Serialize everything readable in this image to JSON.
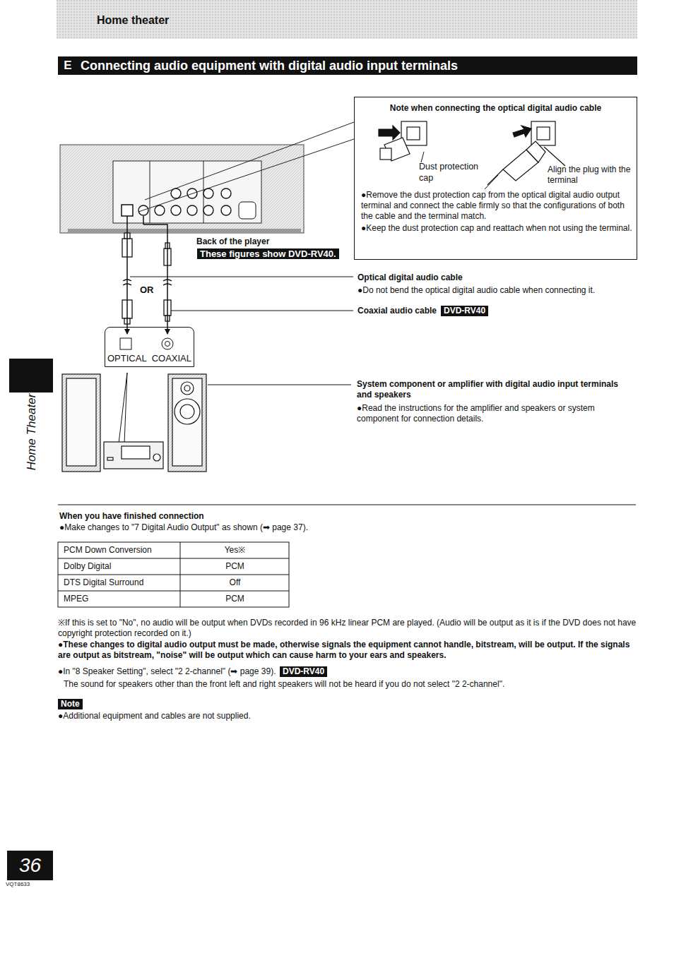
{
  "diagram": {
    "title": "Connecting audio equipment with digital audio input terminals",
    "nodes": [
      {
        "text": [
          "Note when connecting the optical digital audio cable",
          "Dust protection cap",
          "Align the plug with the terminal",
          "●Remove the dust protection cap from the optical digital audio output terminal and connect the cable firmly so that the configurations of both the cable and the terminal match.",
          "●Keep the dust protection cap and reattach when not using the terminal."
        ]
      },
      {
        "text": [
          "Back of the player",
          "These figures show DVD-RV40."
        ]
      },
      {
        "text": [
          "OPTICAL",
          "COAXIAL"
        ]
      }
    ],
    "edges": [
      {
        "from": 1,
        "to": 2,
        "arrow": "to"
      },
      {
        "from": 1,
        "to": 2,
        "arrow": "to"
      }
    ],
    "labels": [
      "Home theater",
      "E",
      "Home Theater",
      "OR",
      "Optical digital audio cable",
      "●Do not bend the optical digital audio cable when connecting it.",
      "Coaxial audio cable",
      "DVD-RV40",
      "System component or amplifier with digital audio input terminals and speakers",
      "●Read the instructions for the amplifier and speakers or system component for connection details.",
      "When you have finished connection",
      "●Make changes to \"7 Digital Audio Output\" as shown (➡ page 37).",
      "PCM Down Conversion",
      "Yes※",
      "Dolby Digital",
      "PCM",
      "DTS Digital Surround",
      "Off",
      "MPEG",
      "PCM",
      "※If this is set to \"No\", no audio will be output when DVDs recorded in 96 kHz linear PCM are played. (Audio will be output as it is if the DVD does not have copyright protection recorded on it.)",
      "●These changes to digital audio output must be made, otherwise signals the equipment cannot handle, bitstream, will be output. If the signals are output as bitstream, \"noise\" will be output which can cause harm to your ears and speakers.",
      "●In \"8 Speaker Setting\", select \"2 2-channel\" (➡ page 39).",
      "DVD-RV40",
      "The sound for speakers other than the front left and right speakers will not be heard if you do not select \"2 2-channel\".",
      "Note",
      "●Additional equipment and cables are not supplied.",
      "36",
      "VQT8633"
    ]
  }
}
